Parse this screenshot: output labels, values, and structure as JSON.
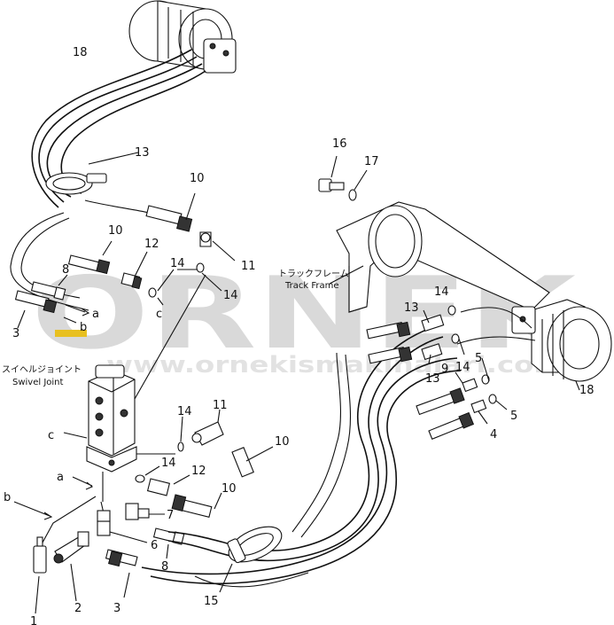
{
  "watermark": {
    "brand": "ORNEK",
    "url": "www.ornekismakinalari.com.tr",
    "color": "#d9d9d9",
    "accent": "#e8c020"
  },
  "texts": {
    "swivel_jp": "スイヘルジョイント",
    "swivel_en": "Swivel Joint",
    "track_jp": "トラックフレーム",
    "track_en": "Track Frame"
  },
  "callouts": {
    "n1": "1",
    "n2": "2",
    "n3_top": "3",
    "n3_bottom": "3",
    "n4": "4",
    "n5_a": "5",
    "n5_b": "5",
    "n6": "6",
    "n7": "7",
    "n8_top": "8",
    "n8_bottom": "8",
    "n9": "9",
    "n10_a": "10",
    "n10_b": "10",
    "n10_c": "10",
    "n10_d": "10",
    "n11_top": "11",
    "n11_bottom": "11",
    "n12_top": "12",
    "n12_bottom": "12",
    "n13_top": "13",
    "n13_a": "13",
    "n13_b": "13",
    "n14_a": "14",
    "n14_b": "14",
    "n14_c": "14",
    "n14_d": "14",
    "n14_e": "14",
    "n14_f": "14",
    "n15": "15",
    "n16": "16",
    "n17": "17",
    "n18_top": "18",
    "n18_right": "18"
  },
  "port_letters": {
    "a_top": "a",
    "b_top": "b",
    "c_top": "c",
    "a_bottom": "a",
    "b_bottom": "b",
    "c_bottom": "c"
  }
}
